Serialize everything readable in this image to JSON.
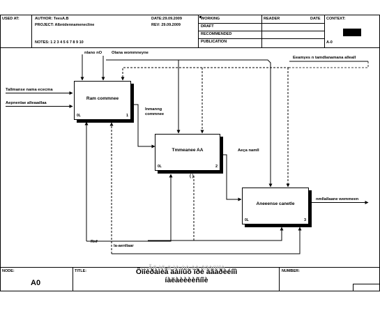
{
  "header": {
    "used_at": "USED AT:",
    "author": "AUTHOR: TeesA.B",
    "project": "PROJECT: Albnidennamenecline",
    "date": "DATE:29.09.2009",
    "rev": "REV:  29.09.2009",
    "notes": "NOTES:  1  2  3  4  5  6  7  8  9  10",
    "status": [
      "WORKING",
      "DRAFT",
      "RECOMMENDED",
      "PUBLICATION"
    ],
    "reader": "READER",
    "date2": "DATE",
    "context": "CONTEXT:",
    "context_node": "A-0"
  },
  "diagram": {
    "boxes": [
      {
        "name": "Ram commnee",
        "ref": "0L",
        "num": "1"
      },
      {
        "name": "Tmmeanee AA",
        "ref": "0L",
        "num": "2"
      },
      {
        "name": "Aneeense canetle",
        "ref": "0L",
        "num": "3"
      }
    ],
    "arrows": {
      "control_1": "nlano nO",
      "control_2": "Olana wommneyne",
      "control_3": "Eeamyes n tamdlanamana alleall",
      "input_1": "Tallmanse nama ececma",
      "input_2": "Aepnenlae alleaadlaa",
      "box1_out": "Inmanng\ncommnee",
      "box2_out": "Aeça namll",
      "box3_out": "nmllallaane wemmeen",
      "mech_1": "Rnf",
      "mech_2": "la-aenllaar"
    },
    "tunnel_marker": "( )"
  },
  "footer": {
    "node_label": "NODE:",
    "node_value": "A0",
    "title_label": "TITLE:",
    "title_ghost": "Ã­ñ ìñ ä ìè ùè àà âäàüìîè",
    "title_line1": "Õìîèðàìèå äàííûõ ïðè àâàðèéíîì",
    "title_line2": "íàëàèèèèñíîè",
    "number_label": "NUMBER:"
  }
}
